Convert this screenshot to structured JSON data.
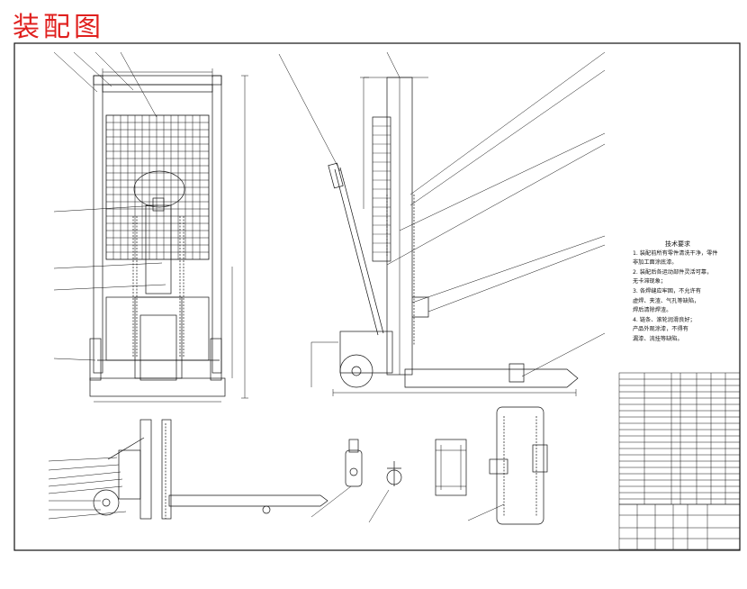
{
  "title": "装配图",
  "colors": {
    "title": "#e0201e",
    "line": "#111111",
    "frame": "#000000"
  },
  "tech_notes": {
    "title": "技术要求",
    "lines": [
      "1. 装配前所有零件清洗干净，零件",
      "非加工面涂底漆。",
      "2. 装配后各运动部件灵活可靠，",
      "无卡滞现象；",
      "3. 各焊缝应牢固，不允许有",
      "虚焊、夹渣、气孔等缺陷，",
      "焊后清除焊渣。",
      "4. 链条、滚轮润滑良好；",
      "产品外观涂漆，不得有",
      "漏漆、流挂等缺陷。"
    ]
  }
}
